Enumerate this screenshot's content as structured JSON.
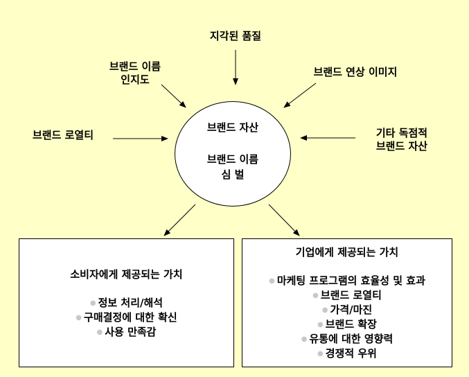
{
  "inputs": {
    "top": "지각된 품질",
    "upper_left": [
      "브랜드 이름",
      "인지도"
    ],
    "upper_right": "브랜드 연상 이미지",
    "left": "브랜드 로열티",
    "right": [
      "기타 독점적",
      "브랜드 자산"
    ]
  },
  "center": {
    "title": "브랜드 자산",
    "line2": "브랜드 이름",
    "line3": "심 벌"
  },
  "consumer_box": {
    "title": "소비자에게 제공되는 가치",
    "items": [
      "정보 처리/해석",
      "구매결정에 대한 확신",
      "사용 만족감"
    ]
  },
  "company_box": {
    "title": "기업에게 제공되는 가치",
    "items": [
      "마케팅 프로그램의 효율성 및 효과",
      "브랜드 로열티",
      "가격/마진",
      "브랜드 확장",
      "유통에 대한 영향력",
      "경쟁적 우위"
    ]
  }
}
